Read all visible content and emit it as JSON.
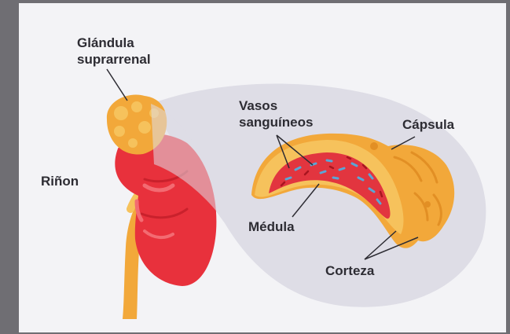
{
  "labels": {
    "adrenal_line1": "Glándula",
    "adrenal_line2": "suprarrenal",
    "kidney": "Riñon",
    "vessels_line1": "Vasos",
    "vessels_line2": "sanguíneos",
    "capsule": "Cápsula",
    "medulla": "Médula",
    "cortex": "Corteza"
  },
  "colors": {
    "background": "#f3f3f6",
    "border": "#6f6e73",
    "kidney": "#e8313c",
    "adrenal": "#f2a83a",
    "adrenal_light": "#f6c25c",
    "zoom_bubble": "#dedde6",
    "medulla": "#e2353f",
    "vessel_blue": "#5aa6d6",
    "text": "#2d2c33"
  }
}
